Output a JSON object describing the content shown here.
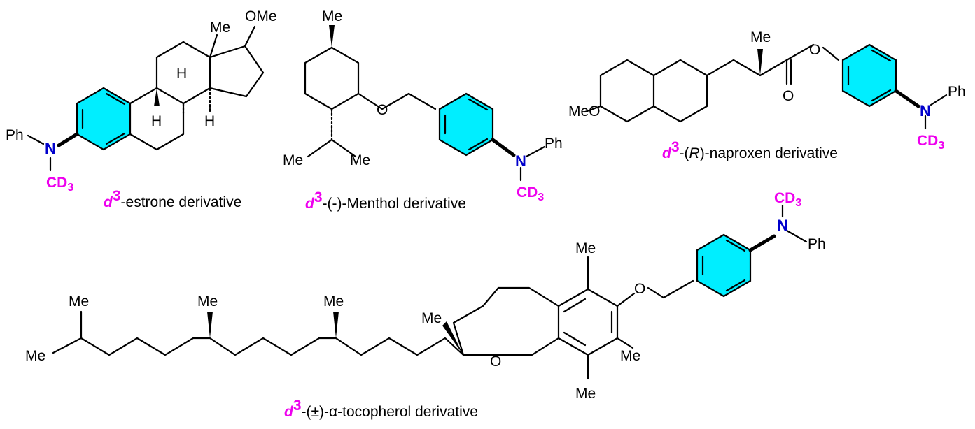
{
  "colors": {
    "highlight": "#00eeff",
    "isotope": "#ee00ee",
    "nitrogen": "#0000cc",
    "ink": "#000000"
  },
  "atoms": {
    "n": "N",
    "cd": "CD",
    "cd_sub": "3",
    "ph": "Ph",
    "me": "Me",
    "ome": "OMe",
    "meo": "MeO",
    "o": "O",
    "h": "H"
  },
  "captions": {
    "prefix_d": "d",
    "prefix_sup": "3",
    "estrone": "-estrone derivative",
    "menthol": "-(-)-Menthol derivative",
    "naproxen_pre": "-(",
    "naproxen_r": "R",
    "naproxen_post": ")-naproxen derivative",
    "tocopherol": "-(±)-α-tocopherol derivative"
  }
}
